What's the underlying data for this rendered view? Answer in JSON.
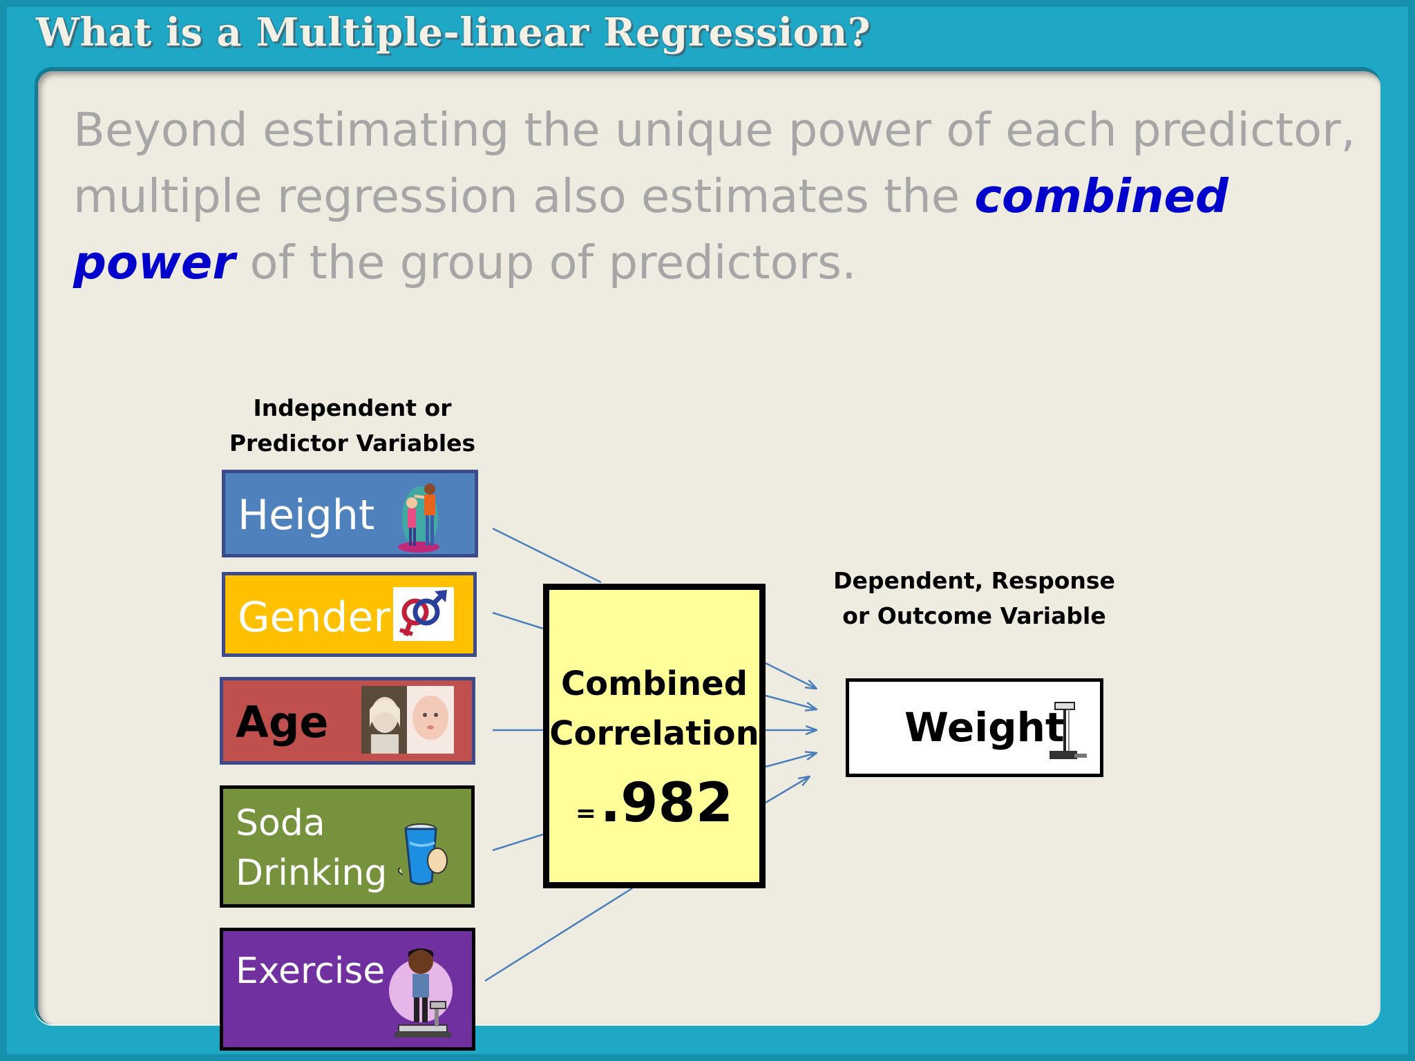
{
  "slide": {
    "title": "What is a Multiple-linear Regression?",
    "intro_part1": "Beyond estimating the unique power of each predictor, multiple regression also estimates the ",
    "intro_highlight": "combined power",
    "intro_part2": " of the group of predictors."
  },
  "diagram": {
    "predictor_heading_line1": "Independent or",
    "predictor_heading_line2": "Predictor Variables",
    "predictors": [
      {
        "label": "Height",
        "icon": "height-measuring-icon",
        "color": "#4f81bd"
      },
      {
        "label": "Gender",
        "icon": "gender-symbols-icon",
        "color": "#ffc000"
      },
      {
        "label": "Age",
        "icon": "age-photos-icon",
        "color": "#c0504d"
      },
      {
        "label_line1": "Soda",
        "label_line2": "Drinking",
        "icon": "soda-cup-icon",
        "color": "#76923c"
      },
      {
        "label": "Exercise",
        "icon": "treadmill-runner-icon",
        "color": "#7030a0"
      }
    ],
    "combined_line1": "Combined",
    "combined_line2": "Correlation",
    "combined_equals": "=",
    "combined_value": ".982",
    "outcome_heading_line1": "Dependent, Response",
    "outcome_heading_line2": "or Outcome Variable",
    "outcome_label": "Weight",
    "outcome_icon": "scale-icon",
    "colors": {
      "combined_fill": "#ffff99",
      "arrow": "#4a7ebb",
      "highlight": "#0000cc",
      "intro_text": "#a6a6a6"
    }
  }
}
